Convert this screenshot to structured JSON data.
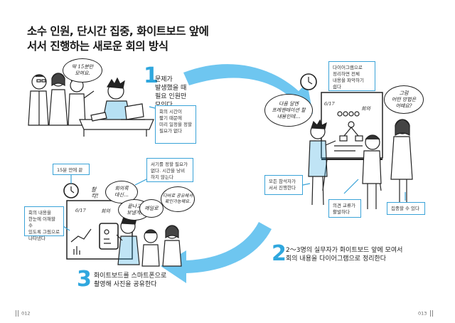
{
  "title": {
    "line1": "소수 인원, 단시간 집중, 화이트보드 앞에",
    "line2": "서서 진행하는 새로운 회의 방식"
  },
  "steps": [
    {
      "number": "1",
      "line1": "문제가",
      "line2": "발생했을 때",
      "line3": "필요 인원만",
      "line4": "모인다"
    },
    {
      "number": "2",
      "line1": "2～3명의 실무자가 화이트보드 앞에 모여서",
      "line2": "회의 내용을 다이어그램으로 정리한다"
    },
    {
      "number": "3",
      "line1": "화이트보드를 스마트폰으로",
      "line2": "촬영해 사진을 공유한다"
    }
  ],
  "scene1": {
    "bubble": "딱 15분만\n모여요.",
    "note": "회의 시간이\n짧기 때문에\n미리 일정을 정할\n필요가 없다"
  },
  "scene2": {
    "note_top": "다이어그램으로\n정리하면 전체\n내용을 파악하기\n쉽다",
    "bubble_left": "다음 달엔\n프레젠테이션 할\n내용인데…",
    "bubble_right": "그럼\n어떤 방법은\n어때요?",
    "board_date": "6/17",
    "board_label": "회의",
    "note_left": "모든 참석자가\n서서 진행한다",
    "note_mid": "의견 교류가\n활발하다",
    "note_right": "집중할 수 있다"
  },
  "scene3": {
    "note_time": "15분 만에 끝",
    "note_top": "서기를 정할 필요가\n없다. 시간을 낭비\n하지 않는다",
    "click_sound": "찰\n칵!",
    "board_date": "6/17",
    "board_label": "회의",
    "bubble_a": "회의록\n대신…",
    "bubble_b": "끝나고\n보낼게,",
    "bubble_c": "메일로",
    "bubble_d": "다바로 공유해서\n확인가능해요.",
    "note_left": "회의 내용을\n한눈에 이해할 수\n있도록 그림으로\n나타낸다"
  },
  "folio": {
    "left": "012",
    "right": "013"
  },
  "colors": {
    "accent": "#2fa7de",
    "arrow": "#6ec6f0",
    "line": "#222222"
  }
}
